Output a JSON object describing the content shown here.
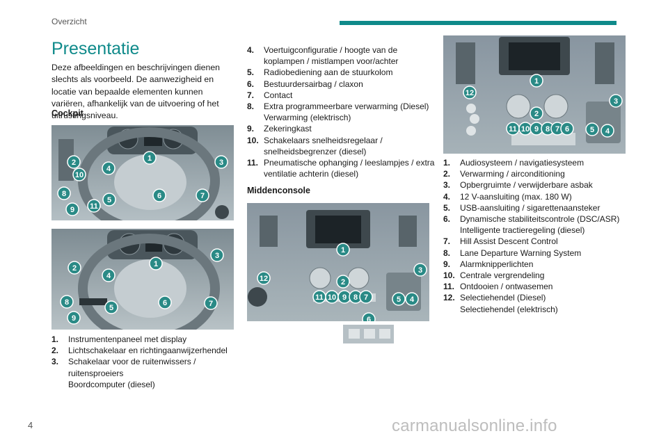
{
  "header": {
    "section": "Overzicht"
  },
  "page": {
    "number": "4",
    "title": "Presentatie"
  },
  "intro": "Deze afbeeldingen en beschrijvingen dienen slechts als voorbeeld. De aanwezigheid en locatie van bepaalde elementen kunnen variëren, afhankelijk van de uitvoering of het uitrustingsniveau.",
  "cockpit": {
    "heading": "Cockpit",
    "items": [
      {
        "num": "1.",
        "lines": [
          "Instrumentenpaneel met display"
        ]
      },
      {
        "num": "2.",
        "lines": [
          "Lichtschakelaar en richtingaanwijzerhendel"
        ]
      },
      {
        "num": "3.",
        "lines": [
          "Schakelaar voor de ruitenwissers / ruitensproeiers",
          "Boordcomputer (diesel)"
        ]
      },
      {
        "num": "4.",
        "lines": [
          "Voertuigconfiguratie / hoogte van de koplampen / mistlampen voor/achter"
        ]
      },
      {
        "num": "5.",
        "lines": [
          "Radiobediening aan de stuurkolom"
        ]
      },
      {
        "num": "6.",
        "lines": [
          "Bestuurdersairbag / claxon"
        ]
      },
      {
        "num": "7.",
        "lines": [
          "Contact"
        ]
      },
      {
        "num": "8.",
        "lines": [
          "Extra programmeerbare verwarming (Diesel)",
          "Verwarming (elektrisch)"
        ]
      },
      {
        "num": "9.",
        "lines": [
          "Zekeringkast"
        ]
      },
      {
        "num": "10.",
        "lines": [
          "Schakelaars snelheidsregelaar / snelheidsbegrenzer (diesel)"
        ]
      },
      {
        "num": "11.",
        "lines": [
          "Pneumatische ophanging / leeslampjes / extra ventilatie achterin (diesel)"
        ]
      }
    ]
  },
  "console": {
    "heading": "Middenconsole",
    "items": [
      {
        "num": "1.",
        "lines": [
          "Audiosysteem / navigatiesysteem"
        ]
      },
      {
        "num": "2.",
        "lines": [
          "Verwarming / airconditioning"
        ]
      },
      {
        "num": "3.",
        "lines": [
          "Opbergruimte / verwijderbare asbak"
        ]
      },
      {
        "num": "4.",
        "lines": [
          "12 V-aansluiting (max. 180 W)"
        ]
      },
      {
        "num": "5.",
        "lines": [
          "USB-aansluiting / sigarettenaansteker"
        ]
      },
      {
        "num": "6.",
        "lines": [
          "Dynamische stabiliteitscontrole (DSC/ASR)",
          "Intelligente tractieregeling (diesel)"
        ]
      },
      {
        "num": "7.",
        "lines": [
          "Hill Assist Descent Control"
        ]
      },
      {
        "num": "8.",
        "lines": [
          "Lane Departure Warning System"
        ]
      },
      {
        "num": "9.",
        "lines": [
          "Alarmknipperlichten"
        ]
      },
      {
        "num": "10.",
        "lines": [
          "Centrale vergrendeling"
        ]
      },
      {
        "num": "11.",
        "lines": [
          "Ontdooien / ontwasemen"
        ]
      },
      {
        "num": "12.",
        "lines": [
          "Selectiehendel (Diesel)",
          "Selectiehendel (elektrisch)"
        ]
      }
    ]
  },
  "callouts": {
    "cockpit1": [
      "1",
      "2",
      "10",
      "4",
      "3",
      "8",
      "5",
      "11",
      "6",
      "7",
      "9"
    ],
    "cockpit2": [
      "1",
      "3",
      "2",
      "4",
      "8",
      "5",
      "6",
      "7",
      "9"
    ],
    "console1": [
      "1",
      "12",
      "2",
      "3",
      "11",
      "10",
      "9",
      "8",
      "7",
      "5",
      "4",
      "6"
    ],
    "console2": [
      "1",
      "12",
      "2",
      "3",
      "11",
      "10",
      "9",
      "8",
      "7",
      "6",
      "5",
      "4"
    ]
  },
  "colors": {
    "accent": "#0f8a8a",
    "callout": "#2a8a86"
  },
  "watermark": "carmanualsonline.info"
}
